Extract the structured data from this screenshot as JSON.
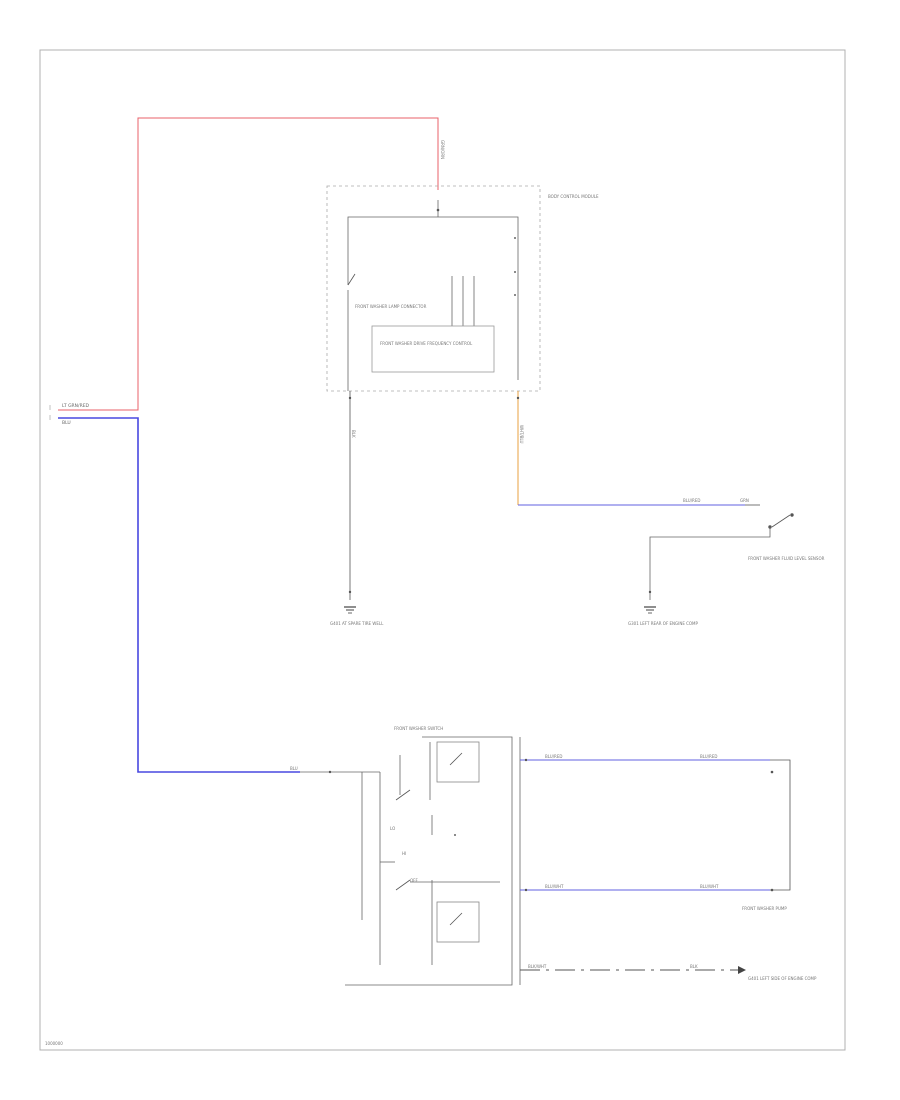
{
  "diagram": {
    "colors": {
      "red_wire": "#e8606a",
      "blue_wire": "#4848e0",
      "orange_wire": "#e8a040",
      "gray_wire": "#888888",
      "dark_wire": "#555555",
      "frame": "#999999"
    },
    "labels": {
      "left_red_label": "LT GRN/RED",
      "left_blue_label": "BLU",
      "top_vertical_label": "GRN/ORN",
      "module_title": "BODY CONTROL MODULE",
      "module_switch_label": "FRONT WASHER LAMP CONNECTOR",
      "module_inner_box": "FRONT WASHER DRIVE FREQUENCY CONTROL",
      "module_left_wire": "BLK",
      "module_right_wire": "WHT/BLU",
      "ground_left_label": "G401 AT SPARE TIRE WELL",
      "mid_wire_label": "BLU/RED",
      "mid_wire_label2": "GRN",
      "switch_right_label": "FRONT WASHER FLUID LEVEL SENSOR",
      "ground_right_label": "G301 LEFT REAR OF ENGINE COMP",
      "bottom_switch_title": "FRONT WASHER SWITCH",
      "bottom_left_wire": "BLU",
      "bottom_wire_top": "BLU/RED",
      "bottom_wire_top2": "BLU/RED",
      "bottom_wire_mid": "BLU/WHT",
      "bottom_wire_mid2": "BLU/WHT",
      "bottom_wire_bot": "BLK/WHT",
      "bottom_wire_bot2": "BLK",
      "motor_label": "FRONT WASHER PUMP",
      "bottom_ground_label": "G401 LEFT SIDE OF ENGINE COMP",
      "footer_note": "1000000"
    }
  }
}
